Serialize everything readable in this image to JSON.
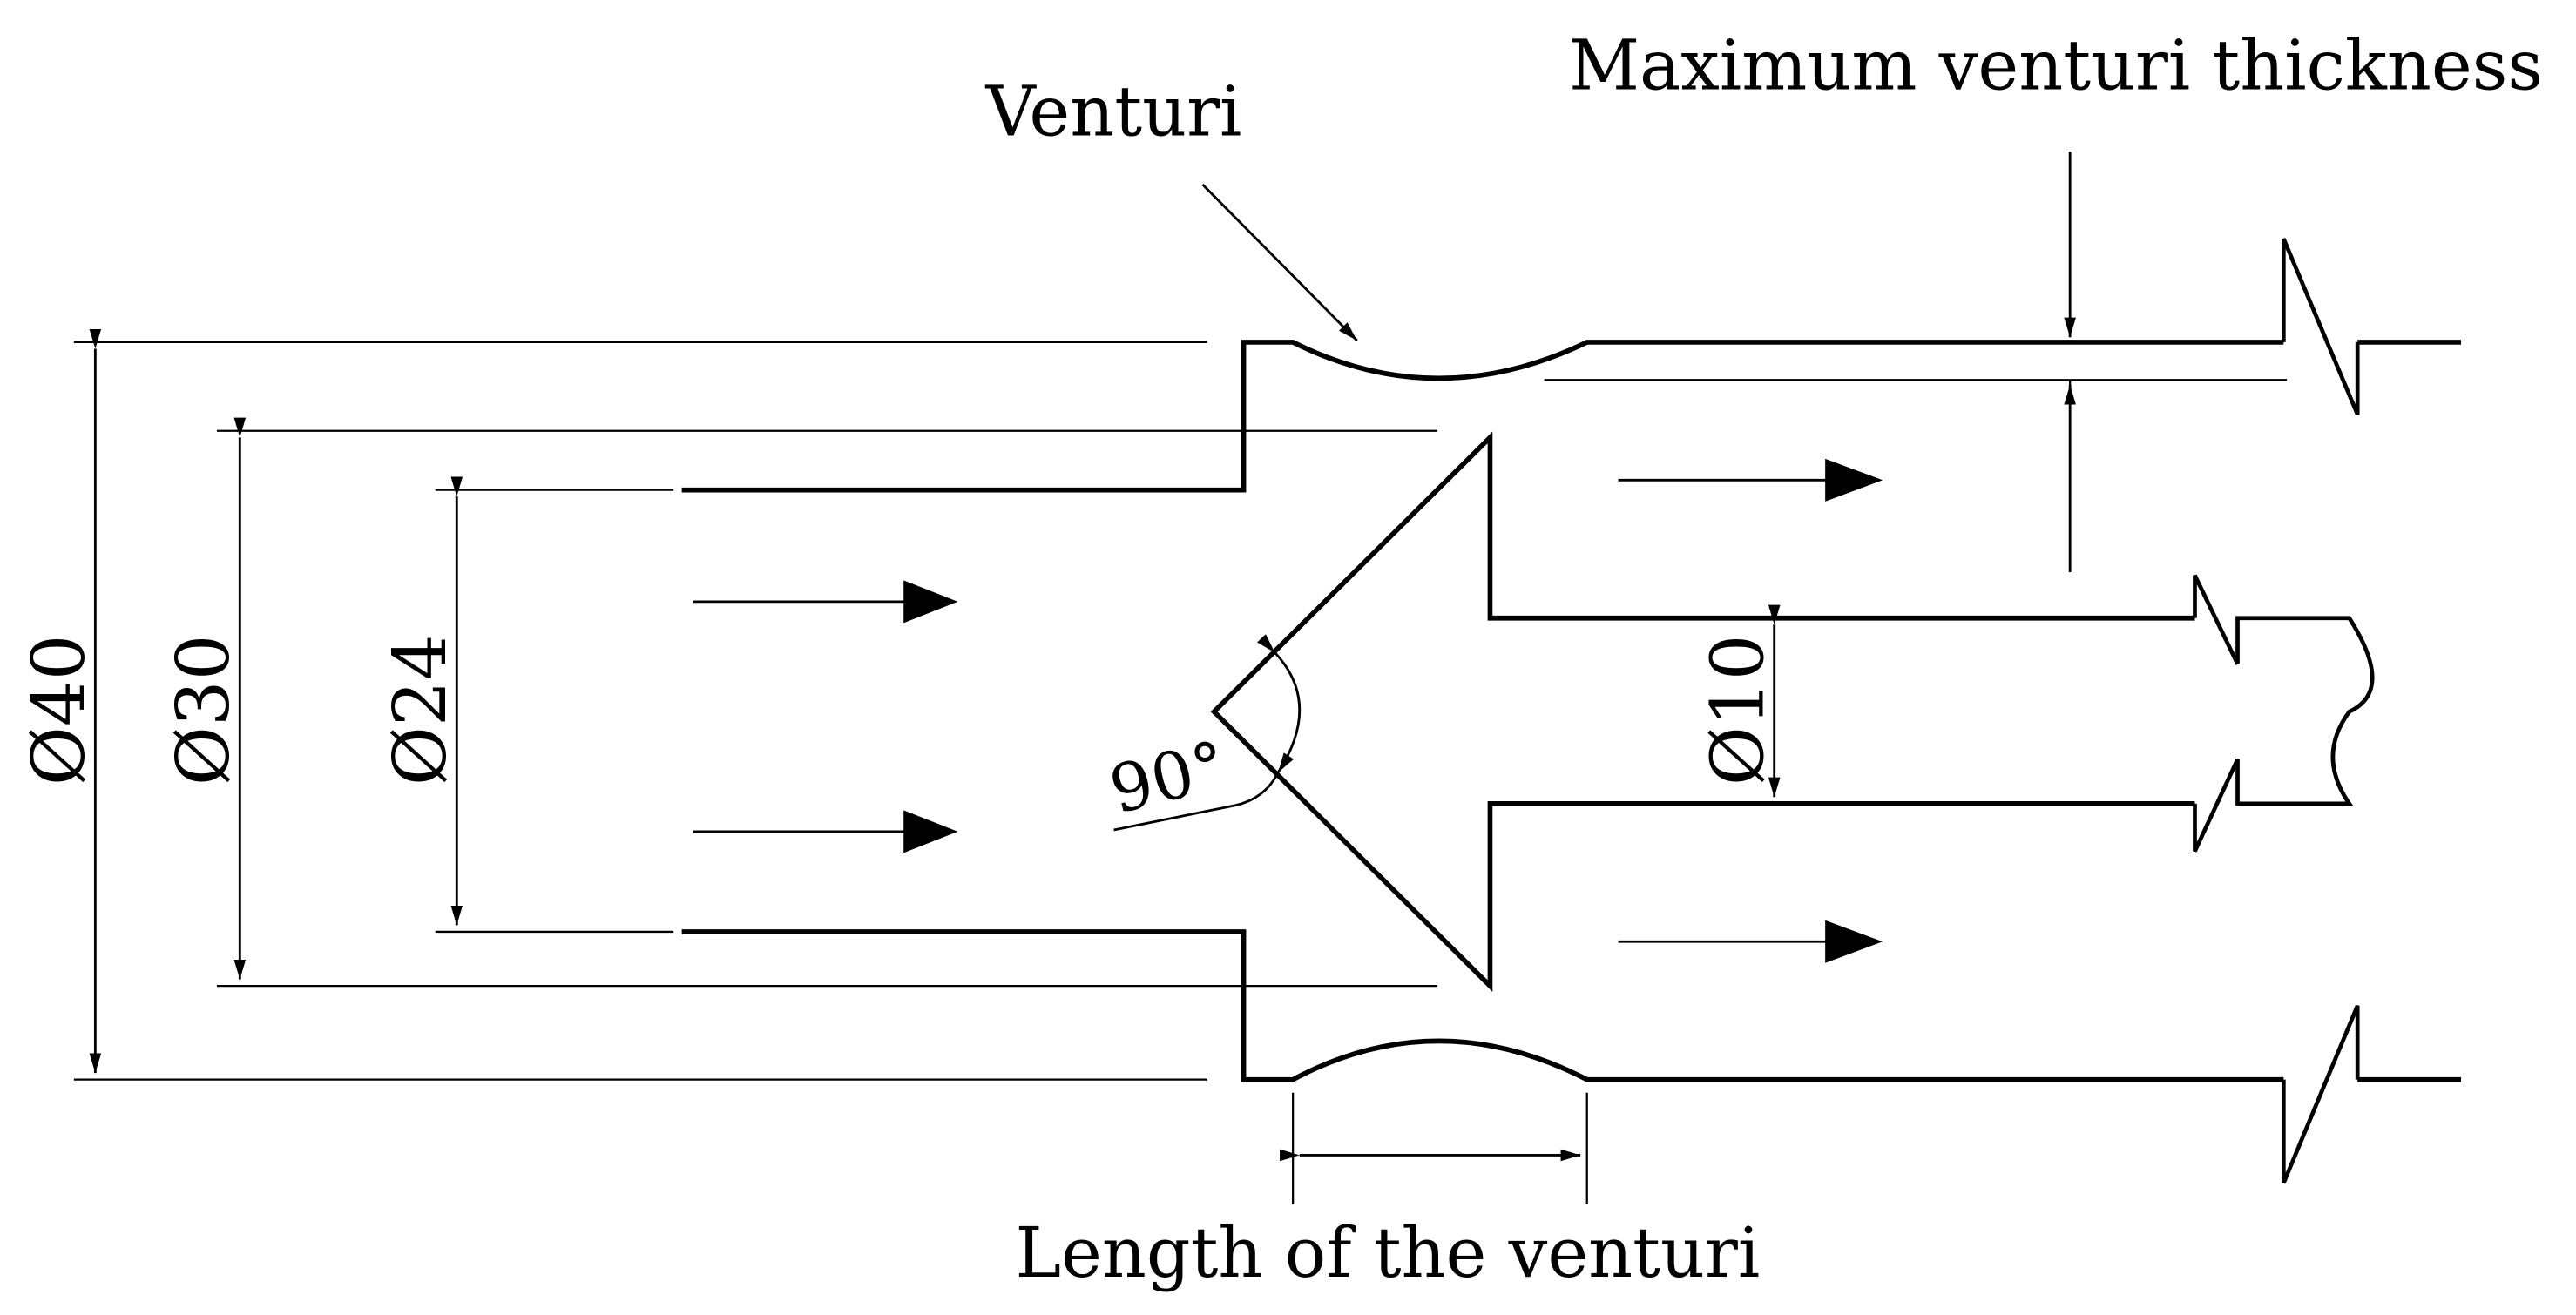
{
  "labels": {
    "venturi": "Venturi",
    "max_thickness": "Maximum venturi thickness",
    "length": "Length of the venturi",
    "d40": "Ø40",
    "d30": "Ø30",
    "d24": "Ø24",
    "d10": "Ø10",
    "angle": "90°"
  },
  "colors": {
    "line": "#000000",
    "background": "#ffffff"
  }
}
